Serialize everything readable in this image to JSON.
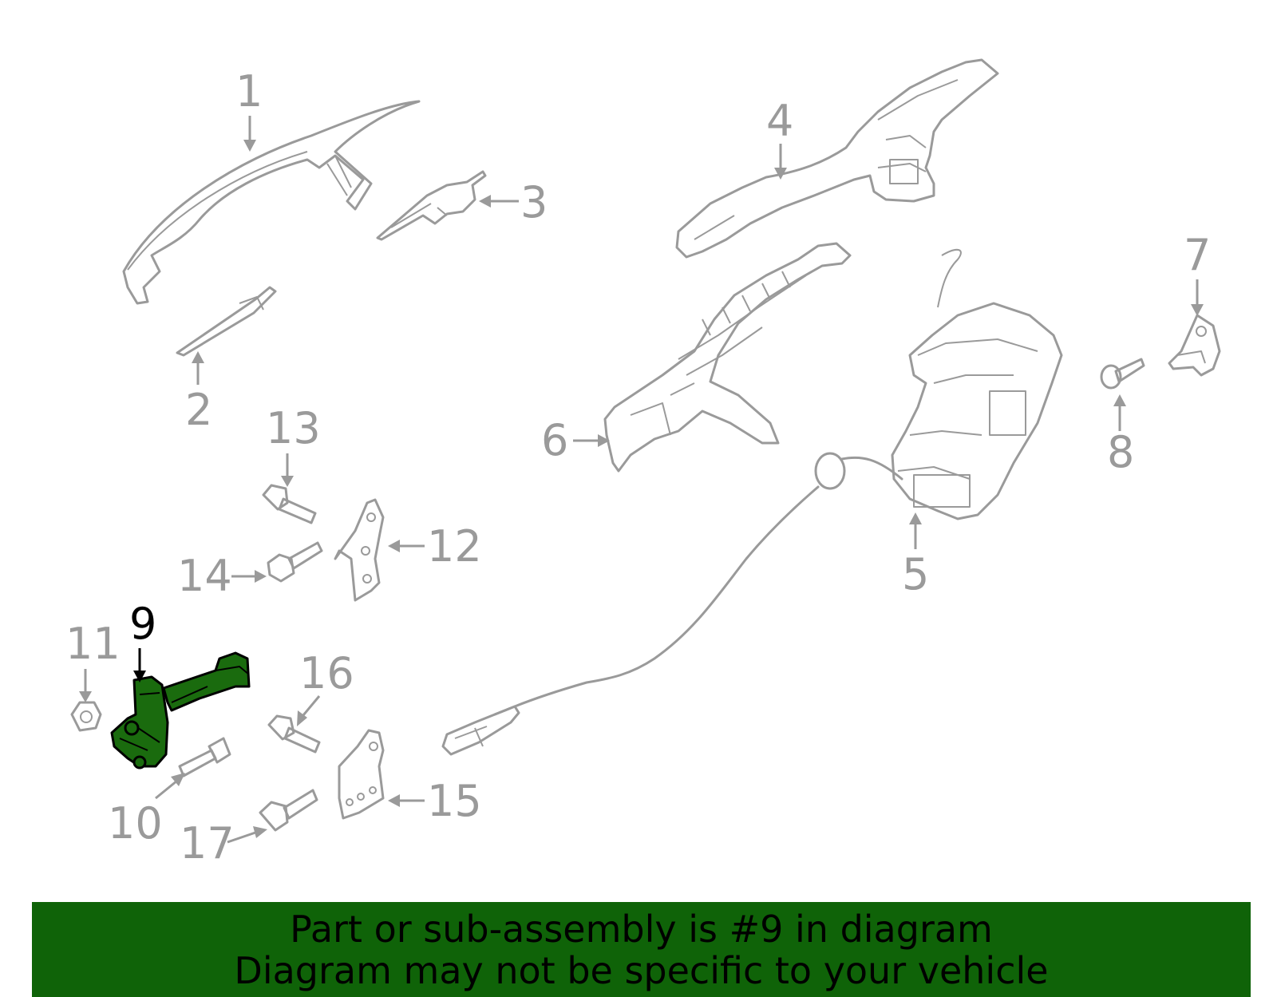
{
  "diagram": {
    "labels": {
      "l1": "1",
      "l2": "2",
      "l3": "3",
      "l4": "4",
      "l5": "5",
      "l6": "6",
      "l7": "7",
      "l8": "8",
      "l9": "9",
      "l10": "10",
      "l11": "11",
      "l12": "12",
      "l13": "13",
      "l14": "14",
      "l15": "15",
      "l16": "16",
      "l17": "17"
    },
    "highlighted_part": "9",
    "colors": {
      "part_stroke": "#9a9a9a",
      "highlight_fill": "#1a6b0e",
      "banner_bg": "#0f6308"
    }
  },
  "banner": {
    "line1": "Part or sub-assembly is #9 in diagram",
    "line2": "Diagram may not be specific to your vehicle"
  }
}
